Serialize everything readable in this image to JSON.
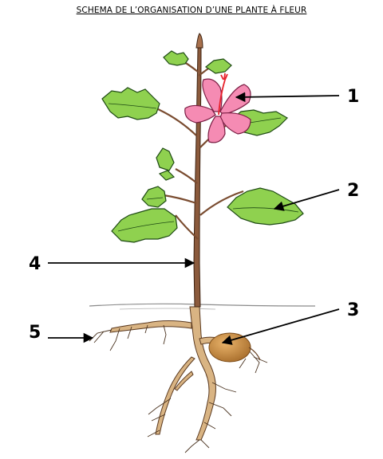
{
  "title": "SCHEMA DE L’ORGANISATION D’UNE PLANTE À FLEUR",
  "labels": [
    {
      "id": "flower",
      "number": "1"
    },
    {
      "id": "leaf",
      "number": "2"
    },
    {
      "id": "seed",
      "number": "3"
    },
    {
      "id": "stem",
      "number": "4"
    },
    {
      "id": "roots",
      "number": "5"
    }
  ],
  "colors": {
    "leaf": "#8fd14f",
    "leaf_outline": "#1e4a14",
    "petal": "#f58bb3",
    "stamen": "#e8202a",
    "stem": "#8b5a3c",
    "root": "#d9b483",
    "seed": "#c98f45",
    "ground": "#7a7a7a"
  }
}
